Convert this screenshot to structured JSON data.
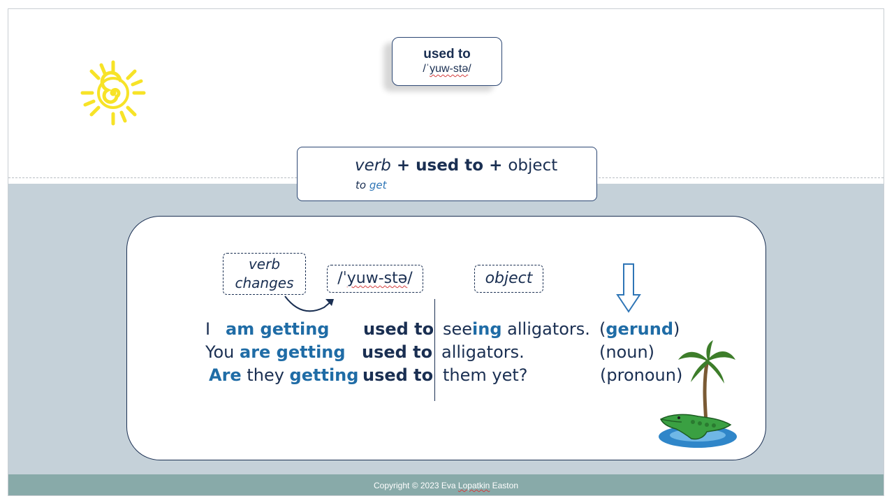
{
  "header": {
    "title_box": {
      "word": "used to",
      "pronunciation_prefix": "/ˈ",
      "pronunciation_core": "yuw-stə",
      "pronunciation_suffix": "/"
    }
  },
  "formula": {
    "verb": "verb",
    "plus1": " + ",
    "used_to": "used to",
    "plus2": " + ",
    "object": "object",
    "sub_to": "to ",
    "sub_get": "get"
  },
  "card": {
    "labels": {
      "verb_changes_line1": "verb",
      "verb_changes_line2": "changes",
      "pron_prefix": "/ˈ",
      "pron_core": "yuw-stə",
      "pron_suffix": "/",
      "object": "object"
    },
    "rows": [
      {
        "subject_plain": "I",
        "verb_blue": "am getting",
        "used_to": "used to",
        "obj_prefix": "see",
        "obj_blue": "ing",
        "obj_rest": " alligators.",
        "type_open": "(",
        "type_word": "gerund",
        "type_close": ")"
      },
      {
        "subject_plain": "You ",
        "verb_blue": "are getting",
        "used_to": "used to",
        "obj_text": "alligators.",
        "type_text": "(noun)"
      },
      {
        "subject_blue": "Are",
        "subject_mid": " they ",
        "verb_blue": "getting",
        "used_to": "used to",
        "obj_text": "them yet?",
        "type_text": "(pronoun)"
      }
    ]
  },
  "footer": {
    "pre": "Copyright © 2023 Eva ",
    "name": "Lopatkin",
    "post": " Easton"
  },
  "colors": {
    "navy": "#1a2f52",
    "blue": "#1f6ca6",
    "panel": "#c5d1d9",
    "footer": "#88aaa9",
    "sun": "#f7e327"
  },
  "icons": [
    "sun-icon",
    "curved-arrow-icon",
    "down-arrow-icon",
    "palm-tree-icon",
    "crocodile-icon"
  ]
}
